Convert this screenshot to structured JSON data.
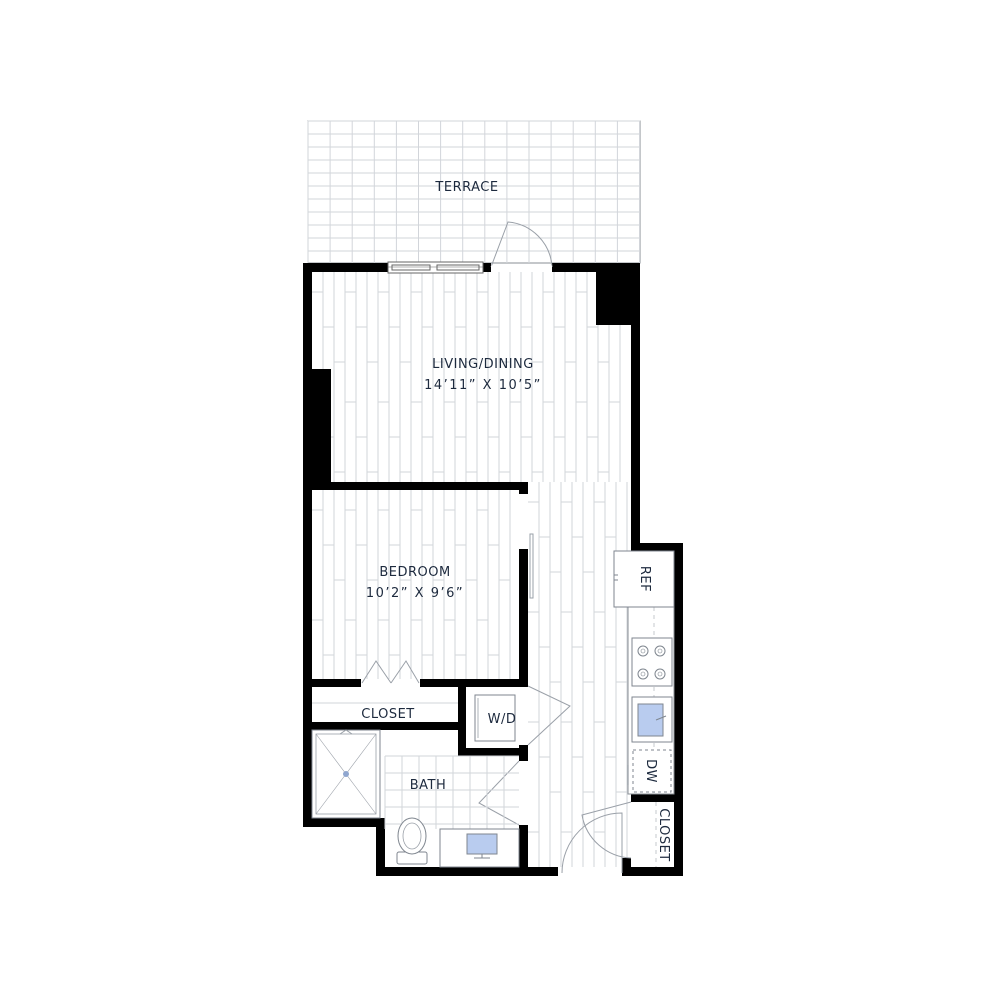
{
  "rooms": {
    "terrace": "TERRACE",
    "living": {
      "name": "LIVING/DINING",
      "dims": "14’11” X 10’5”"
    },
    "bedroom": {
      "name": "BEDROOM",
      "dims": "10’2” X 9’6”"
    },
    "closet": "CLOSET",
    "wd": "W/D",
    "bath": "BATH",
    "ref": "REF",
    "dw": "DW",
    "closet2": "CLOSET"
  },
  "colors": {
    "wall": "#000000",
    "text": "#1d2a3e",
    "sink": "#b9ccef",
    "floor_lines": "#d2d5da"
  }
}
